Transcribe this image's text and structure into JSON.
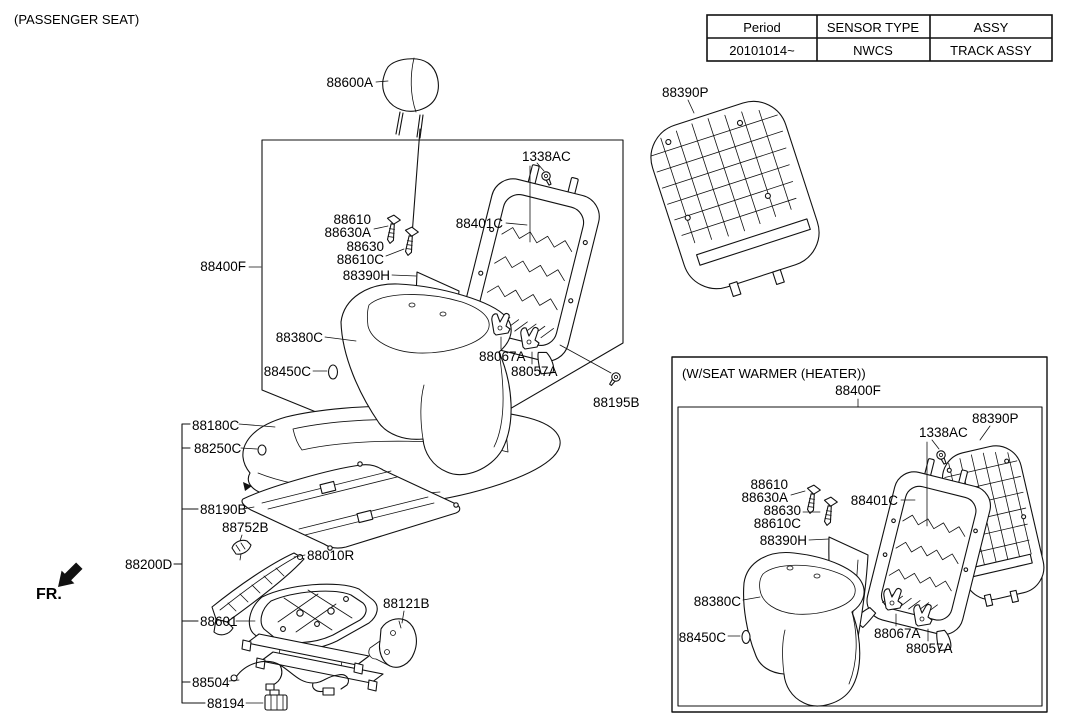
{
  "page": {
    "title": "(PASSENGER SEAT)",
    "fr_label": "FR."
  },
  "info_table": {
    "headers": [
      "Period",
      "SENSOR TYPE",
      "ASSY"
    ],
    "rows": [
      [
        "20101014~",
        "NWCS",
        "TRACK ASSY"
      ]
    ]
  },
  "warmer_section": {
    "title": "(W/SEAT WARMER (HEATER))"
  },
  "part_numbers": {
    "88600A": "88600A",
    "88610": "88610",
    "88630A": "88630A",
    "88630": "88630",
    "88610C": "88610C",
    "1338AC": "1338AC",
    "88401C": "88401C",
    "88390P": "88390P",
    "88400F": "88400F",
    "88390H": "88390H",
    "88380C": "88380C",
    "88450C": "88450C",
    "88067A": "88067A",
    "88057A": "88057A",
    "88195B": "88195B",
    "88180C": "88180C",
    "88250C": "88250C",
    "88190B": "88190B",
    "88752B": "88752B",
    "88010R": "88010R",
    "88200D": "88200D",
    "88601": "88601",
    "88121B": "88121B",
    "88504": "88504",
    "88194": "88194"
  }
}
